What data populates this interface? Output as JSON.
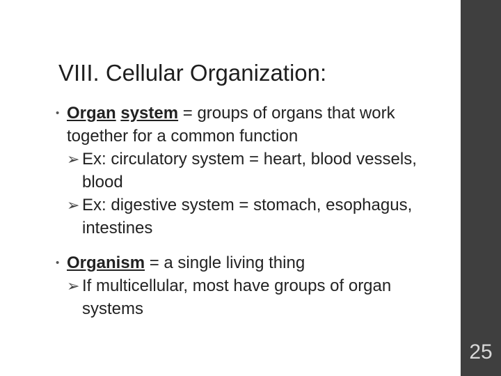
{
  "slide": {
    "title": "VIII. Cellular Organization:",
    "number": "25",
    "bullets": [
      {
        "term_part1": "Organ",
        "term_part2": "system",
        "definition": " = groups of organs that work together for a common function",
        "sub_items": [
          "Ex: circulatory system = heart, blood vessels, blood",
          "Ex: digestive system = stomach, esophagus, intestines"
        ]
      },
      {
        "term_part1": "Organism",
        "definition": " = a single living thing",
        "sub_items": [
          "If multicellular, most have groups of organ systems"
        ]
      }
    ]
  },
  "colors": {
    "sidebar": "#3f3f3f",
    "text": "#222222",
    "slide_number": "#d8d8d8"
  },
  "icons": {
    "bullet": "bullet-dot-icon",
    "sub_bullet": "arrow-bullet-icon"
  }
}
